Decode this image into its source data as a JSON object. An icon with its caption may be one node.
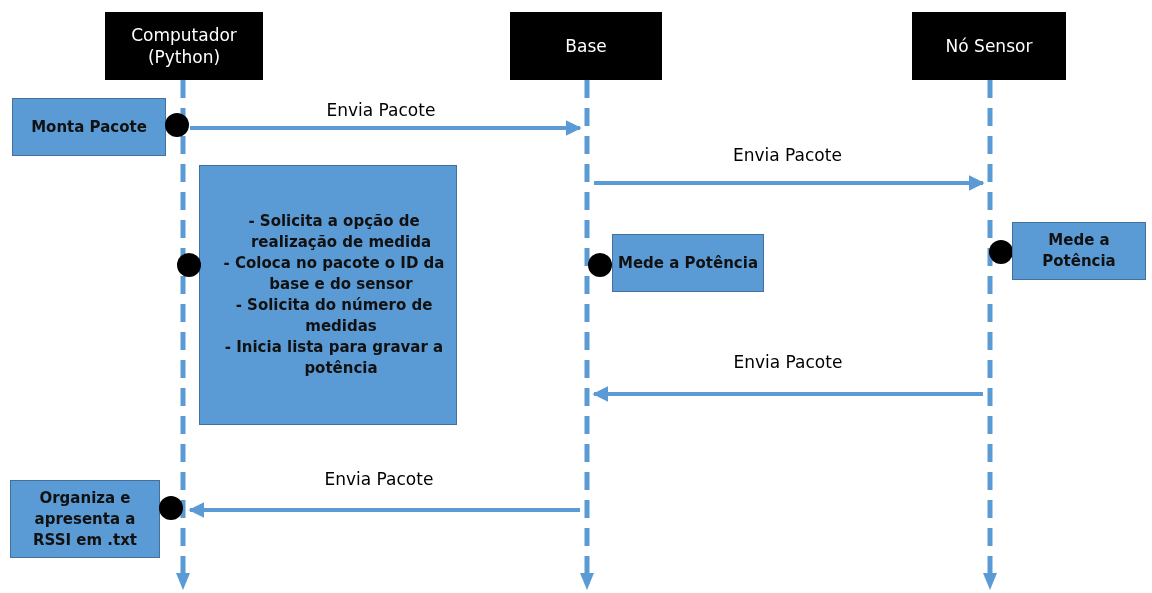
{
  "diagram": {
    "nodes": [
      {
        "text": [
          "Computador (Python)"
        ]
      },
      {
        "text": [
          "Base"
        ]
      },
      {
        "text": [
          "Nó Sensor"
        ]
      },
      {
        "text": [
          "Monta Pacote"
        ]
      },
      {
        "text": [],
        "shape": "circle"
      },
      {
        "text": [
          "- Solicita a opção de realização de medida",
          "- Coloca no pacote o ID da base e do sensor",
          "- Solicita do número de medidas",
          "- Inicia lista para gravar a potência"
        ]
      },
      {
        "text": [],
        "shape": "circle"
      },
      {
        "text": [
          "Mede a Potência"
        ]
      },
      {
        "text": [],
        "shape": "circle"
      },
      {
        "text": [],
        "shape": "circle"
      },
      {
        "text": [
          "Mede a Potência"
        ]
      },
      {
        "text": [
          "Organiza e apresenta a RSSI em .txt"
        ]
      },
      {
        "text": [],
        "shape": "circle"
      },
      {
        "text": [],
        "shape": "line"
      },
      {
        "text": [],
        "shape": "line"
      },
      {
        "text": [],
        "shape": "line"
      }
    ],
    "edges": [
      {
        "from": 13,
        "to": 14,
        "arrow": "to",
        "label": "Envia Pacote"
      },
      {
        "from": 14,
        "to": 15,
        "arrow": "to",
        "label": "Envia Pacote"
      },
      {
        "from": 15,
        "to": 14,
        "arrow": "to",
        "label": "Envia Pacote"
      },
      {
        "from": 14,
        "to": 13,
        "arrow": "to",
        "label": "Envia Pacote"
      }
    ]
  }
}
